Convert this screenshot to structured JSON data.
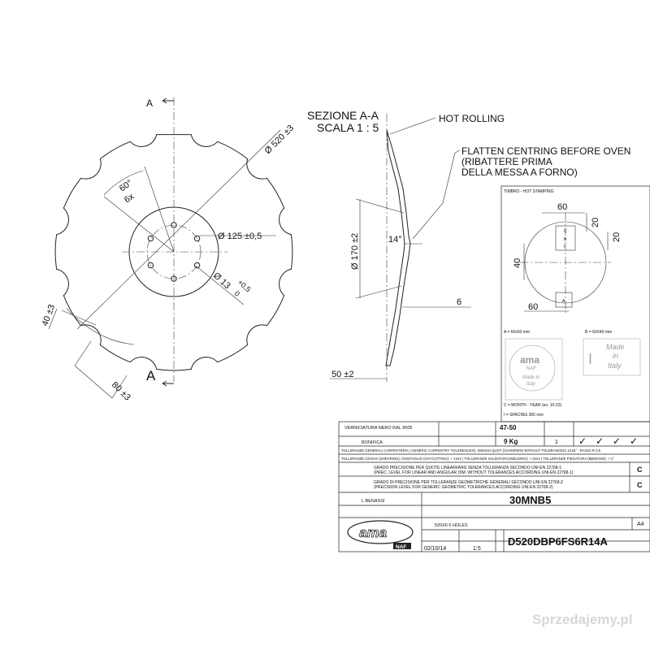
{
  "section": {
    "title": "SEZIONE A-A",
    "scale": "SCALA 1 : 5",
    "section_mark": "A",
    "notes": {
      "hot_rolling": "HOT ROLLING",
      "flatten_line1": "FLATTEN CENTRING BEFORE OVEN",
      "flatten_line2": "(RIBATTERE PRIMA",
      "flatten_line3": "DELLA MESSA A FORNO)"
    }
  },
  "dimensions": {
    "outer_dia": "Ø 520 ±3",
    "angle": "60°",
    "count": "6x",
    "bolt_circle": "Ø 125 ±0,5",
    "hole_dia": "Ø 13",
    "hole_tol_upper": "+0,5",
    "hole_tol_lower": "0",
    "notch_depth": "40 ±3",
    "notch_width": "80 ±3",
    "center_flat": "Ø 170 ±2",
    "bevel_angle": "14°",
    "thickness": "6",
    "dish_depth": "50 ±2"
  },
  "stamping": {
    "header": "TIMBRO - HOT STAMPING",
    "dim_60_top": "60",
    "dim_20_a": "20",
    "dim_20_b": "20",
    "dim_40": "40",
    "dim_60_bottom": "60",
    "marks": [
      "C",
      "B",
      "I"
    ],
    "mark_a": "A",
    "note_a": "A = 60x60 mm",
    "note_b": "B = 60X40 mm",
    "note_c": "C = MONTH - YEAR (es. 10-22)",
    "note_i": "I = SPACING 360 mm",
    "logo_brand": "ama",
    "logo_sub": "NAF",
    "logo_made_line1": "Made in",
    "logo_made_line2": "Italy",
    "made_italy_line1": "Made",
    "made_italy_line2": "in",
    "made_italy_line3": "Italy",
    "mark_i": "I"
  },
  "title_block": {
    "paint_label": "VERNICIATURA NERO RAL 9005",
    "hardness": "47-50",
    "treatment": "BONIFICA",
    "weight": "9 Kg",
    "quantity": "1",
    "tol_general": "TOLLERANZE GENERALI CARPENTERIA ( GENERIC CARPENTRY TOLERENCES): SMUSSI QUOT (CHAMFERS WITHOUT TOLERANCES) 1X45° - RAGGI R 0,5",
    "tol_cuts": "TOLLERANZE CESOIA (SHEARING), OSSITAGLIO (OXYCUTTING): +-1mm | TOLLERANZE SALDATURA(WELDING): +-2mm | TOLLERANZE PIEGATURA (BENDING): +-1°",
    "linear_line1": "GRADO PRECISIONE PER QUOTE LINEARI/ANG SENZA TOLLERANZA SECONDO UNI-EN 22768-1",
    "linear_line2": "(PREC. LEVEL FOR LINEAR AND ANGULAR DIM. WITHOUT TOLERANCES ACCORDING UNI-EN 22768-1)",
    "linear_grade": "C",
    "geom_line1": "GRADO DI PRECISIONE PER TOLLERANZE GEOMETRICHE GENERALI SECONDO UNI-EN 22768-2",
    "geom_line2": "(PRECISION LEVEL FOR GENERIC GEOMETRIC TOLERANCES ACCORDING UNI-EN 22768-2)",
    "geom_grade": "C",
    "designer": "L.BENASSI",
    "material": "30MNB5",
    "format": "A4",
    "description": "520X6 6 HOLES",
    "date": "02/10/14",
    "scale": "1:5",
    "code": "D520DBP6FS6R14A",
    "logo_brand": "ama",
    "logo_sub": "NAF",
    "checks": [
      "✓",
      "✓",
      "✓",
      "✓"
    ]
  },
  "watermark": "Sprzedajemy.pl"
}
